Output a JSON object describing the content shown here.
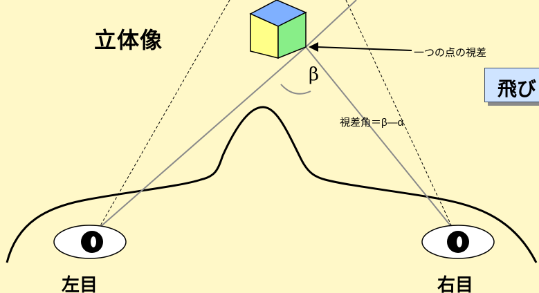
{
  "title": "立体像",
  "annotation_point": "一つの点の視差",
  "angle_label": "β",
  "parallax_formula": "視差角＝β―α",
  "popout_label": "飛び",
  "eye_left_label": "左目",
  "eye_right_label": "右目",
  "colors": {
    "background": "#fff8c8",
    "cube_top": "#7fb0ff",
    "cube_left": "#ffff88",
    "cube_right": "#88ee88",
    "sight_lines": "#8a8a8a",
    "box_fill": "#cfe4ff"
  }
}
